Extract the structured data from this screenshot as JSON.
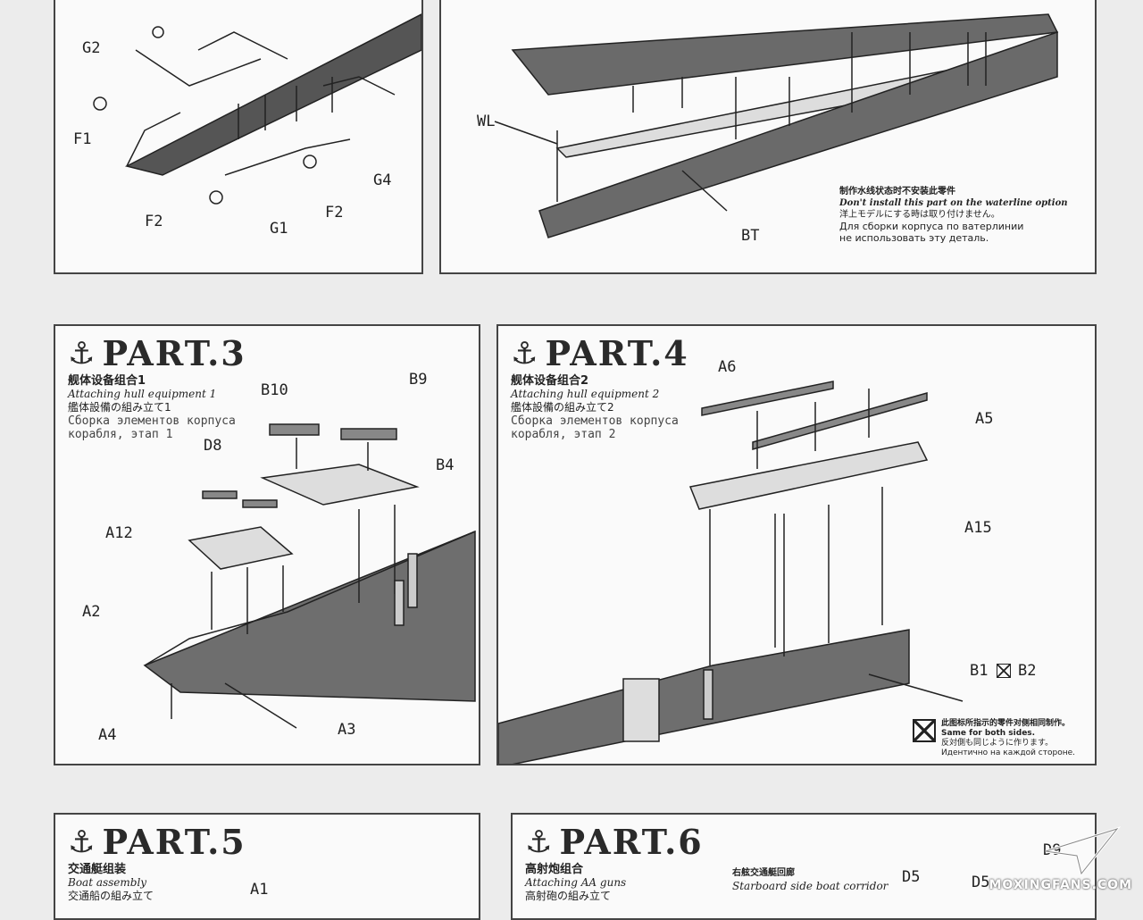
{
  "panels": {
    "p1": {
      "labels": {
        "g2": "G2",
        "f1": "F1",
        "f2a": "F2",
        "g1": "G1",
        "f2b": "F2",
        "g4": "G4"
      }
    },
    "p2": {
      "labels": {
        "wl": "WL",
        "bt": "BT"
      },
      "note": {
        "zh": "制作水线状态时不安装此零件",
        "en": "Don't install this part on the waterline option",
        "ja": "洋上モデルにする時は取り付けません。",
        "ru1": "Для сборки корпуса по ватерлинии",
        "ru2": "не использовать эту деталь."
      }
    },
    "p3": {
      "title": "PART.3",
      "zh": "舰体设备组合1",
      "en": "Attaching hull equipment 1",
      "ja": "艦体設備の組み立て1",
      "ru1": "Сборка элементов корпуса",
      "ru2": "корабля, этап 1",
      "labels": {
        "b10": "B10",
        "b9": "B9",
        "d8": "D8",
        "b4": "B4",
        "a12": "A12",
        "a2": "A2",
        "a4": "A4",
        "a3": "A3"
      }
    },
    "p4": {
      "title": "PART.4",
      "zh": "舰体设备组合2",
      "en": "Attaching hull equipment 2",
      "ja": "艦体設備の組み立て2",
      "ru1": "Сборка элементов корпуса",
      "ru2": "корабля, этап 2",
      "labels": {
        "a6": "A6",
        "a5": "A5",
        "a15": "A15",
        "b1": "B1",
        "b2": "B2"
      },
      "symnote": {
        "zh": "此图标所指示的零件对侧相同制作。",
        "en": "Same for both sides.",
        "ja": "反対側も同じように作ります。",
        "ru": "Идентично на каждой стороне."
      }
    },
    "p5": {
      "title": "PART.5",
      "zh": "交通艇组装",
      "en": "Boat assembly",
      "ja": "交通船の組み立て",
      "labels": {
        "a1": "A1"
      }
    },
    "p6": {
      "title": "PART.6",
      "zh": "高射炮组合",
      "en": "Attaching AA guns",
      "ja": "高射砲の組み立て",
      "zh2": "右舷交通艇回廊",
      "en2": "Starboard side boat corridor",
      "labels": {
        "d5a": "D5",
        "d5b": "D5",
        "d9": "D9"
      }
    }
  },
  "icons": {
    "anchor": "⚓"
  },
  "watermark": "MOXINGFANS.COM"
}
